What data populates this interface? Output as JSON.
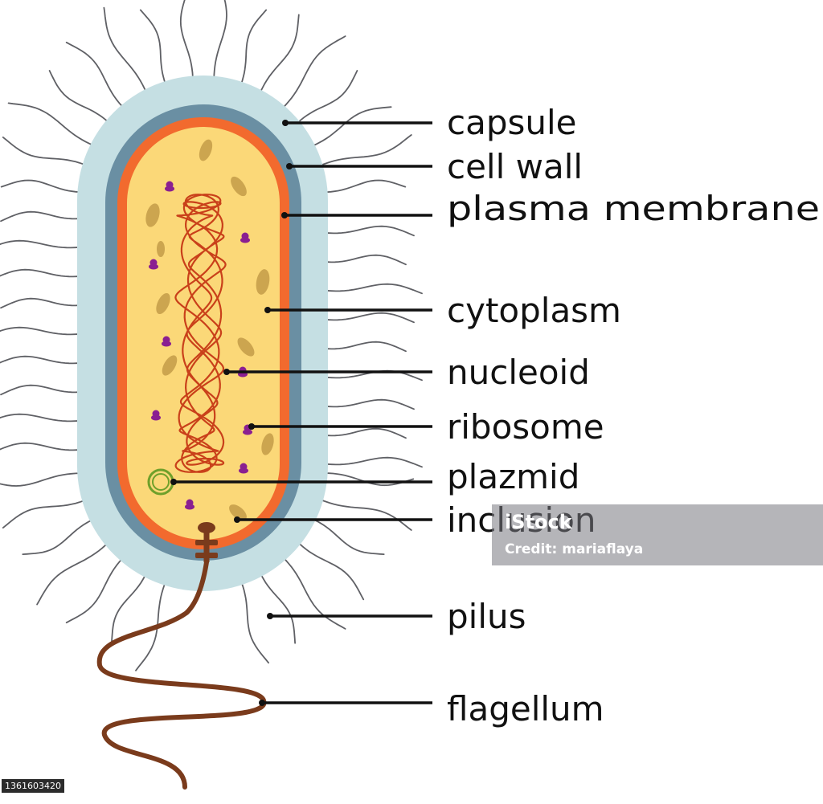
{
  "labels": {
    "capsule": "capsule",
    "cell_wall": "cell wall",
    "plasma_membrane": "plasma membrane",
    "cytoplasm": "cytoplasm",
    "nucleoid": "nucleoid",
    "ribosome": "ribosome",
    "plazmid": "plazmid",
    "inclusion": "inclusion",
    "pilus": "pilus",
    "flagellum": "flagellum"
  },
  "watermark": {
    "logo": "iStock",
    "credit": "Credit: mariaflaya"
  },
  "stock_id": "1361603420",
  "colors": {
    "capsule": "#c5dfe3",
    "cell_wall": "#6a8fa3",
    "plasma_membrane": "#f26a2e",
    "cytoplasm": "#fbd878",
    "nucleoid": "#c9401a",
    "ribosome": "#8a1f91",
    "plasmid": "#6fa02a",
    "inclusion": "#cca54f",
    "flagellum": "#7a3b1c",
    "pilus": "#5f6065",
    "text": "#111111"
  }
}
